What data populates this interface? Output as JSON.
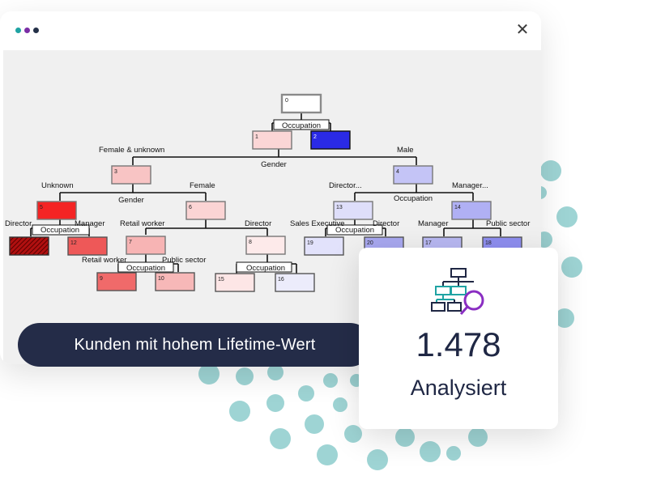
{
  "window": {
    "traffic_dots": [
      "#1fa3a3",
      "#7a2ea6",
      "#243048"
    ],
    "close_glyph": "✕"
  },
  "tree": {
    "nodes": [
      {
        "id": "0",
        "label": "0"
      },
      {
        "id": "1",
        "label": "1"
      },
      {
        "id": "2",
        "label": "2"
      },
      {
        "id": "3",
        "label": "3"
      },
      {
        "id": "4",
        "label": "4"
      },
      {
        "id": "5",
        "label": "5"
      },
      {
        "id": "6",
        "label": "6"
      },
      {
        "id": "7",
        "label": "7"
      },
      {
        "id": "8",
        "label": "8"
      },
      {
        "id": "9",
        "label": "9"
      },
      {
        "id": "10",
        "label": "10"
      },
      {
        "id": "11",
        "label": ""
      },
      {
        "id": "12",
        "label": "12"
      },
      {
        "id": "13",
        "label": "13"
      },
      {
        "id": "14",
        "label": "14"
      },
      {
        "id": "15",
        "label": "15"
      },
      {
        "id": "16",
        "label": "16"
      },
      {
        "id": "17",
        "label": "17"
      },
      {
        "id": "18",
        "label": "18"
      },
      {
        "id": "19",
        "label": "19"
      },
      {
        "id": "20",
        "label": "20"
      }
    ],
    "split_labels": {
      "occupation_root": "Occupation",
      "gender_top": "Gender",
      "gender_left": "Gender",
      "occupation_n5": "Occupation",
      "occupation_n7": "Occupation",
      "occupation_n8": "Occupation",
      "occupation_n4": "Occupation",
      "occupation_n13": "Occupation"
    },
    "branch_labels": {
      "female_unknown": "Female & unknown",
      "male": "Male",
      "unknown": "Unknown",
      "female": "Female",
      "director_n5": "Director",
      "manager_n5": "Manager",
      "retail_worker_n6": "Retail worker",
      "director_n6": "Director",
      "retail_worker_n7": "Retail worker",
      "public_sector_n7": "Public sector",
      "director_dots": "Director...",
      "manager_dots": "Manager...",
      "sales_exec": "Sales Executive",
      "director_n13": "Director",
      "manager_n14": "Manager",
      "public_sector_n14": "Public sector"
    }
  },
  "banner": {
    "text": "Kunden mit hohem Lifetime-Wert"
  },
  "stat_card": {
    "value": "1.478",
    "label": "Analysiert",
    "icon": "hierarchy-search-icon"
  },
  "colors": {
    "accent_teal": "#1fa3a3",
    "accent_purple": "#8a2ec2",
    "navy": "#242c48"
  }
}
